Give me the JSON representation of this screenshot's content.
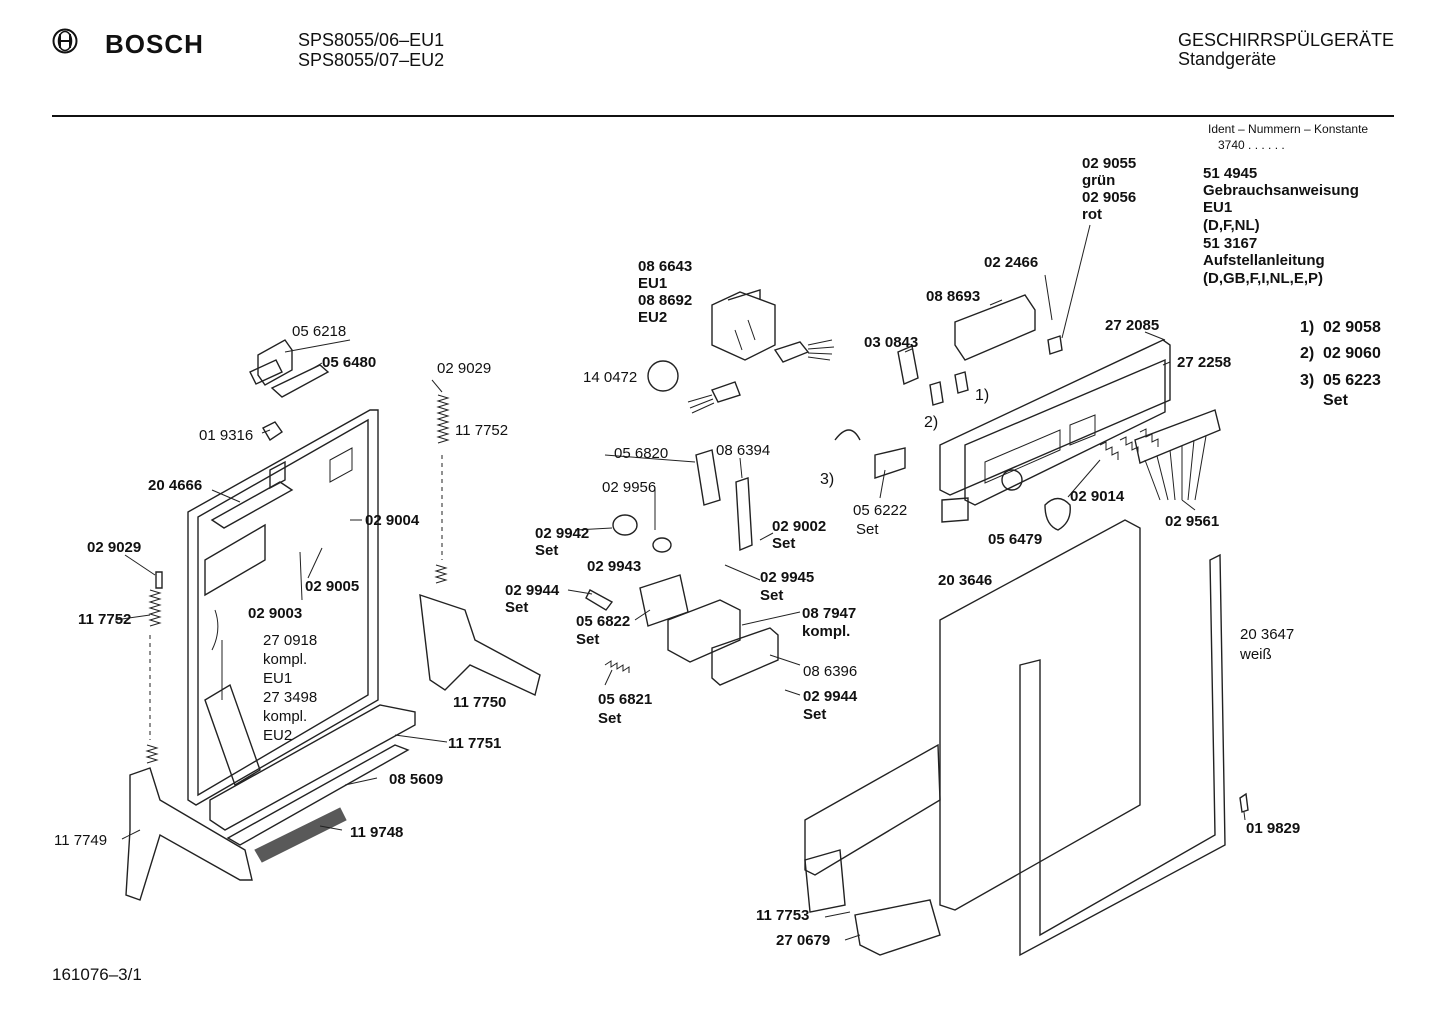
{
  "header": {
    "brand": "BOSCH",
    "models": [
      "SPS8055/06–EU1",
      "SPS8055/07–EU2"
    ],
    "category": "GESCHIRRSPÜLGERÄTE",
    "subcategory": "Standgeräte"
  },
  "ident": {
    "title": "Ident – Nummern – Konstante",
    "value": "3740 . . . . . ."
  },
  "docs": {
    "manual_no": "51 4945",
    "manual": "Gebrauchsanweisung",
    "manual_region": "EU1",
    "manual_langs": "(D,F,NL)",
    "install_no": "51 3167",
    "install": "Aufstellanleitung",
    "install_langs": "(D,GB,F,I,NL,E,P)"
  },
  "footnotes": [
    {
      "key": "1)",
      "value": "02 9058"
    },
    {
      "key": "2)",
      "value": "02 9060"
    },
    {
      "key": "3)",
      "value": "05 6223",
      "extra": "Set"
    }
  ],
  "parts": {
    "p056218": "05 6218",
    "p056480": "05 6480",
    "p019316": "01 9316",
    "p204666": "20 4666",
    "p029029a": "02 9029",
    "p117752a": "11 7752",
    "p029029b": "02 9029",
    "p117752b": "11 7752",
    "p029004": "02 9004",
    "p029005": "02 9005",
    "p029003": "02 9003",
    "p270918": "27 0918",
    "kompl1": "kompl.",
    "eu1": "EU1",
    "p273498": "27 3498",
    "kompl2": "kompl.",
    "eu2": "EU2",
    "p117750": "11 7750",
    "p117751": "11 7751",
    "p085609": "08 5609",
    "p119748": "11 9748",
    "p117749": "11 7749",
    "p086643": "08 6643",
    "eu1b": "EU1",
    "p088692": "08 8692",
    "eu2b": "EU2",
    "p140472": "14 0472",
    "p056820": "05 6820",
    "p086394": "08 6394",
    "p029956": "02 9956",
    "p029942": "02 9942",
    "set029942": "Set",
    "p029002": "02 9002",
    "set029002": "Set",
    "p029943": "02 9943",
    "p029945": "02 9945",
    "set029945": "Set",
    "p029944a": "02 9944",
    "set029944a": "Set",
    "p056822": "05 6822",
    "set056822": "Set",
    "p087947": "08 7947",
    "kompl087947": "kompl.",
    "p086396": "08 6396",
    "p029944b": "02 9944",
    "set029944b": "Set",
    "p056821": "05 6821",
    "set056821": "Set",
    "p029055": "02 9055",
    "gruen": "grün",
    "p029056": "02 9056",
    "rot": "rot",
    "p022466": "02 2466",
    "p088693": "08 8693",
    "p030843": "03 0843",
    "p272085": "27 2085",
    "p272258": "27 2258",
    "fn1": "1)",
    "fn2": "2)",
    "fn3": "3)",
    "p056222": "05 6222",
    "set056222": "Set",
    "p029014": "02 9014",
    "p029561": "02 9561",
    "p056479": "05 6479",
    "p203646": "20 3646",
    "p203647": "20 3647",
    "weiss": "weiß",
    "p019829": "01 9829",
    "p117753": "11 7753",
    "p270679": "27 0679"
  },
  "footer": {
    "drawing_no": "161076–3/1"
  }
}
